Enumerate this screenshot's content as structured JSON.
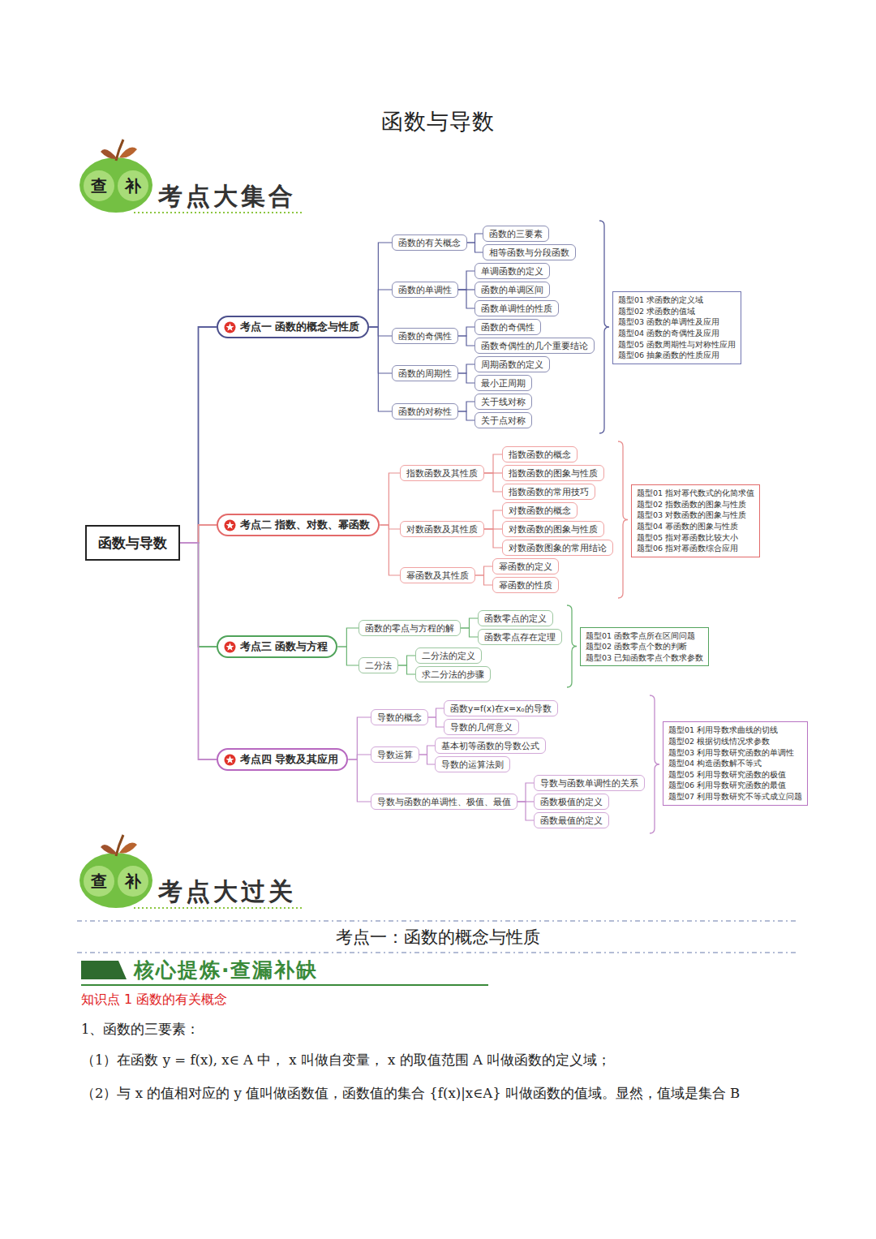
{
  "diagram": {
    "title": "函数与导数",
    "nodes": [
      {
        "text": [
          "函数与导数"
        ]
      },
      {
        "text": [
          "考点一 函数的概念与性质"
        ]
      },
      {
        "text": [
          "函数的有关概念"
        ]
      },
      {
        "text": [
          "函数的三要素"
        ]
      },
      {
        "text": [
          "相等函数与分段函数"
        ]
      },
      {
        "text": [
          "函数的单调性"
        ]
      },
      {
        "text": [
          "单调函数的定义"
        ]
      },
      {
        "text": [
          "函数的单调区间"
        ]
      },
      {
        "text": [
          "函数单调性的性质"
        ]
      },
      {
        "text": [
          "函数的奇偶性"
        ]
      },
      {
        "text": [
          "函数的奇偶性"
        ]
      },
      {
        "text": [
          "函数奇偶性的几个重要结论"
        ]
      },
      {
        "text": [
          "函数的周期性"
        ]
      },
      {
        "text": [
          "周期函数的定义"
        ]
      },
      {
        "text": [
          "最小正周期"
        ]
      },
      {
        "text": [
          "函数的对称性"
        ]
      },
      {
        "text": [
          "关于线对称"
        ]
      },
      {
        "text": [
          "关于点对称"
        ]
      },
      {
        "text": [
          "题型01 求函数的定义域",
          "题型02 求函数的值域",
          "题型03 函数的单调性及应用",
          "题型04 函数的奇偶性及应用",
          "题型05 函数周期性与对称性应用",
          "题型06 抽象函数的性质应用"
        ]
      },
      {
        "text": [
          "考点二 指数、对数、幂函数"
        ]
      },
      {
        "text": [
          "指数函数及其性质"
        ]
      },
      {
        "text": [
          "指数函数的概念"
        ]
      },
      {
        "text": [
          "指数函数的图象与性质"
        ]
      },
      {
        "text": [
          "指数函数的常用技巧"
        ]
      },
      {
        "text": [
          "对数函数及其性质"
        ]
      },
      {
        "text": [
          "对数函数的概念"
        ]
      },
      {
        "text": [
          "对数函数的图象与性质"
        ]
      },
      {
        "text": [
          "对数函数图象的常用结论"
        ]
      },
      {
        "text": [
          "幂函数及其性质"
        ]
      },
      {
        "text": [
          "幂函数的定义"
        ]
      },
      {
        "text": [
          "幂函数的性质"
        ]
      },
      {
        "text": [
          "题型01 指对幂代数式的化简求值",
          "题型02 指数函数的图象与性质",
          "题型03 对数函数的图象与性质",
          "题型04 幂函数的图象与性质",
          "题型05 指对幂函数比较大小",
          "题型06 指对幂函数综合应用"
        ]
      },
      {
        "text": [
          "考点三 函数与方程"
        ]
      },
      {
        "text": [
          "函数的零点与方程的解"
        ]
      },
      {
        "text": [
          "函数零点的定义"
        ]
      },
      {
        "text": [
          "函数零点存在定理"
        ]
      },
      {
        "text": [
          "二分法"
        ]
      },
      {
        "text": [
          "二分法的定义"
        ]
      },
      {
        "text": [
          "求二分法的步骤"
        ]
      },
      {
        "text": [
          "题型01 函数零点所在区间问题",
          "题型02 函数零点个数的判断",
          "题型03 已知函数零点个数求参数"
        ]
      },
      {
        "text": [
          "考点四 导数及其应用"
        ]
      },
      {
        "text": [
          "导数的概念"
        ]
      },
      {
        "text": [
          "函数y=f(x)在x=x₀的导数"
        ]
      },
      {
        "text": [
          "导数的几何意义"
        ]
      },
      {
        "text": [
          "导数运算"
        ]
      },
      {
        "text": [
          "基本初等函数的导数公式"
        ]
      },
      {
        "text": [
          "导数的运算法则"
        ]
      },
      {
        "text": [
          "导数与函数的单调性、极值、最值"
        ]
      },
      {
        "text": [
          "导数与函数单调性的关系"
        ]
      },
      {
        "text": [
          "函数极值的定义"
        ]
      },
      {
        "text": [
          "函数最值的定义"
        ]
      },
      {
        "text": [
          "题型01 利用导数求曲线的切线",
          "题型02 根据切线情况求参数",
          "题型03 利用导数研究函数的单调性",
          "题型04 构造函数解不等式",
          "题型05 利用导数研究函数的极值",
          "题型06 利用导数研究函数的最值",
          "题型07 利用导数研究不等式成立问题"
        ]
      }
    ],
    "edges": [
      {
        "from": 0,
        "to": 1,
        "arrow": "none"
      },
      {
        "from": 0,
        "to": 19,
        "arrow": "none"
      },
      {
        "from": 0,
        "to": 32,
        "arrow": "none"
      },
      {
        "from": 0,
        "to": 40,
        "arrow": "none"
      },
      {
        "from": 1,
        "to": 2,
        "arrow": "none"
      },
      {
        "from": 1,
        "to": 5,
        "arrow": "none"
      },
      {
        "from": 1,
        "to": 9,
        "arrow": "none"
      },
      {
        "from": 1,
        "to": 12,
        "arrow": "none"
      },
      {
        "from": 1,
        "to": 15,
        "arrow": "none"
      },
      {
        "from": 2,
        "to": 3,
        "arrow": "none"
      },
      {
        "from": 2,
        "to": 4,
        "arrow": "none"
      },
      {
        "from": 5,
        "to": 6,
        "arrow": "none"
      },
      {
        "from": 5,
        "to": 7,
        "arrow": "none"
      },
      {
        "from": 5,
        "to": 8,
        "arrow": "none"
      },
      {
        "from": 9,
        "to": 10,
        "arrow": "none"
      },
      {
        "from": 9,
        "to": 11,
        "arrow": "none"
      },
      {
        "from": 12,
        "to": 13,
        "arrow": "none"
      },
      {
        "from": 12,
        "to": 14,
        "arrow": "none"
      },
      {
        "from": 15,
        "to": 16,
        "arrow": "none"
      },
      {
        "from": 15,
        "to": 17,
        "arrow": "none"
      },
      {
        "from": 19,
        "to": 20,
        "arrow": "none"
      },
      {
        "from": 19,
        "to": 24,
        "arrow": "none"
      },
      {
        "from": 19,
        "to": 28,
        "arrow": "none"
      },
      {
        "from": 20,
        "to": 21,
        "arrow": "none"
      },
      {
        "from": 20,
        "to": 22,
        "arrow": "none"
      },
      {
        "from": 20,
        "to": 23,
        "arrow": "none"
      },
      {
        "from": 24,
        "to": 25,
        "arrow": "none"
      },
      {
        "from": 24,
        "to": 26,
        "arrow": "none"
      },
      {
        "from": 24,
        "to": 27,
        "arrow": "none"
      },
      {
        "from": 28,
        "to": 29,
        "arrow": "none"
      },
      {
        "from": 28,
        "to": 30,
        "arrow": "none"
      },
      {
        "from": 32,
        "to": 33,
        "arrow": "none"
      },
      {
        "from": 32,
        "to": 36,
        "arrow": "none"
      },
      {
        "from": 33,
        "to": 34,
        "arrow": "none"
      },
      {
        "from": 33,
        "to": 35,
        "arrow": "none"
      },
      {
        "from": 36,
        "to": 37,
        "arrow": "none"
      },
      {
        "from": 36,
        "to": 38,
        "arrow": "none"
      },
      {
        "from": 40,
        "to": 41,
        "arrow": "none"
      },
      {
        "from": 40,
        "to": 44,
        "arrow": "none"
      },
      {
        "from": 40,
        "to": 47,
        "arrow": "none"
      },
      {
        "from": 41,
        "to": 42,
        "arrow": "none"
      },
      {
        "from": 41,
        "to": 43,
        "arrow": "none"
      },
      {
        "from": 44,
        "to": 45,
        "arrow": "none"
      },
      {
        "from": 44,
        "to": 46,
        "arrow": "none"
      },
      {
        "from": 47,
        "to": 48,
        "arrow": "none"
      },
      {
        "from": 47,
        "to": 49,
        "arrow": "none"
      },
      {
        "from": 47,
        "to": 50,
        "arrow": "none"
      }
    ],
    "labels": [
      "查",
      "补",
      "考点大集合",
      "查",
      "补",
      "考点大过关",
      "考点一：函数的概念与性质",
      "核心提炼·查漏补缺",
      "知识点 1 函数的有关概念",
      "1、函数的三要素：",
      "（1）在函数 y = f(x), x∈ A 中， x 叫做自变量， x 的取值范围 A 叫做函数的定义域；",
      "（2）与 x 的值相对应的 y 值叫做函数值，函数值的集合 {f(x)|x∈A} 叫做函数的值域。显然，值域是集合 B"
    ]
  }
}
